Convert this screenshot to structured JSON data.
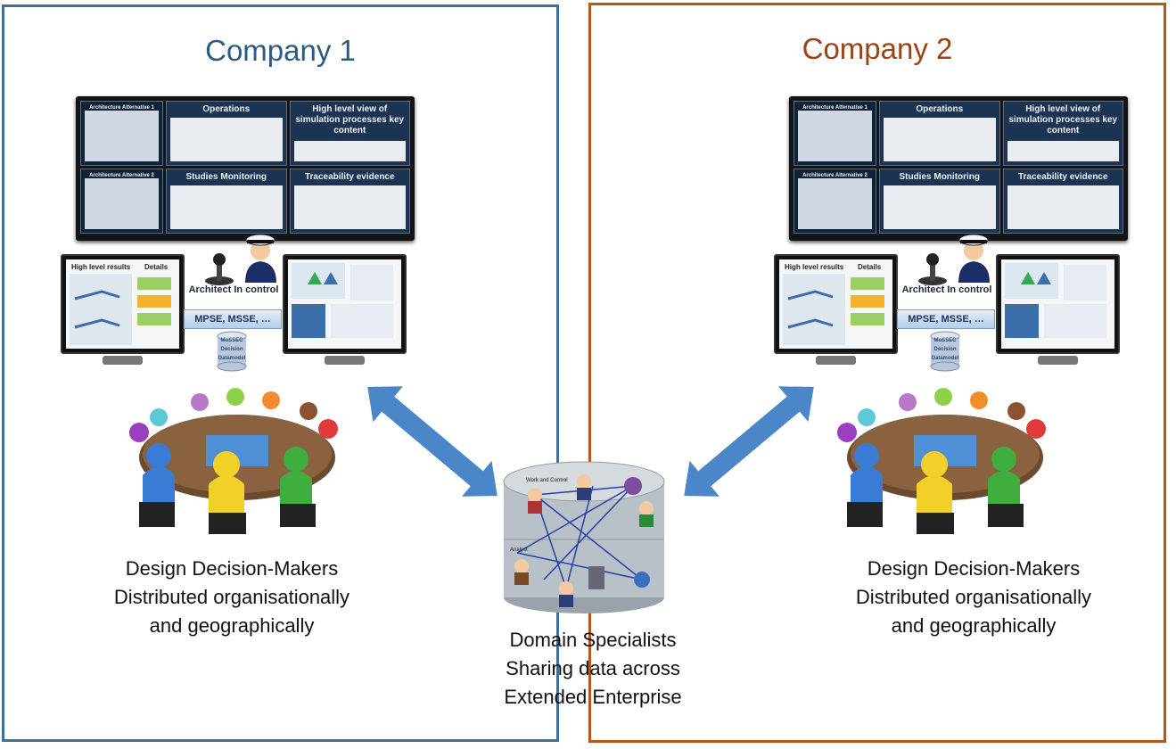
{
  "companies": [
    {
      "title": "Company 1"
    },
    {
      "title": "Company 2"
    }
  ],
  "wall_panels": {
    "arch1": "Architecture Alternative 1",
    "arch2": "Architecture Alternative 2",
    "operations": "Operations",
    "high_level": "High level view of simulation processes key content",
    "studies": "Studies Monitoring",
    "traceability": "Traceability evidence"
  },
  "monitors": {
    "left_title": "High level results",
    "left_details": "Details"
  },
  "architect_label": "Architect In control",
  "mpse_label": "MPSE, MSSE, …",
  "db_labels": [
    "MoSSEC",
    "Decision",
    "Datamodel"
  ],
  "captions": {
    "decision_makers_1": [
      "Design Decision-Makers",
      "Distributed organisationally",
      "and geographically"
    ],
    "decision_makers_2": [
      "Design Decision-Makers",
      "Distributed organisationally",
      "and geographically"
    ],
    "specialists": [
      "Domain Specialists",
      "Sharing data across",
      "Extended Enterprise"
    ]
  },
  "hub_labels": {
    "top": "Work and Control",
    "bottom": "Analyst"
  },
  "colors": {
    "company1_border": "#3f6e99",
    "company2_border": "#b4561f",
    "arrow": "#4a86c8"
  }
}
